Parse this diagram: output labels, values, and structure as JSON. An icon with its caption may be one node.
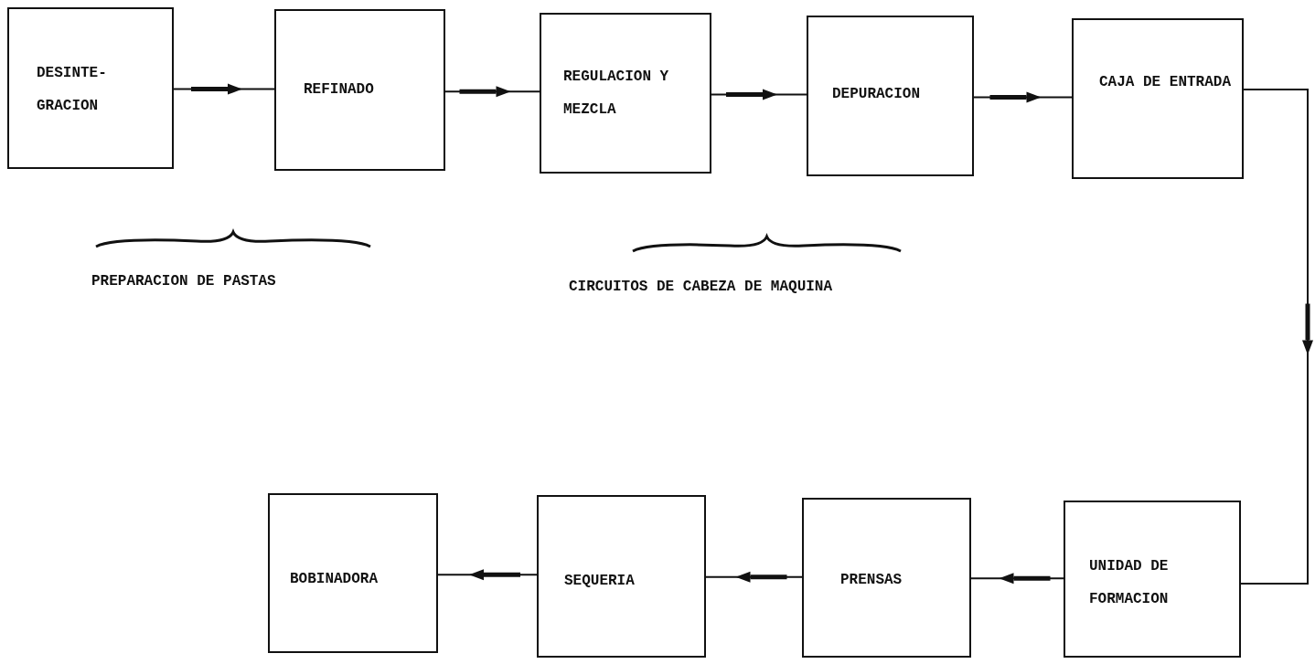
{
  "diagram": {
    "nodes": [
      {
        "text": [
          "DESINTE- GRACION"
        ]
      },
      {
        "text": [
          "REFINADO"
        ]
      },
      {
        "text": [
          "REGULACION Y MEZCLA"
        ]
      },
      {
        "text": [
          "DEPURACION"
        ]
      },
      {
        "text": [
          "CAJA DE ENTRADA"
        ]
      },
      {
        "text": [
          "UNIDAD DE FORMACION"
        ]
      },
      {
        "text": [
          "PRENSAS"
        ]
      },
      {
        "text": [
          "SEQUERIA"
        ]
      },
      {
        "text": [
          "BOBINADORA"
        ]
      }
    ],
    "edges": [
      {
        "from": 0,
        "to": 1,
        "arrow": "to"
      },
      {
        "from": 1,
        "to": 2,
        "arrow": "to"
      },
      {
        "from": 2,
        "to": 3,
        "arrow": "to"
      },
      {
        "from": 3,
        "to": 4,
        "arrow": "to"
      },
      {
        "from": 4,
        "to": 5,
        "arrow": "to"
      },
      {
        "from": 5,
        "to": 6,
        "arrow": "to"
      },
      {
        "from": 6,
        "to": 7,
        "arrow": "to"
      },
      {
        "from": 7,
        "to": 8,
        "arrow": "to"
      }
    ],
    "labels": [
      "PREPARACION DE PASTAS",
      "CIRCUITOS DE CABEZA DE MAQUINA"
    ]
  }
}
